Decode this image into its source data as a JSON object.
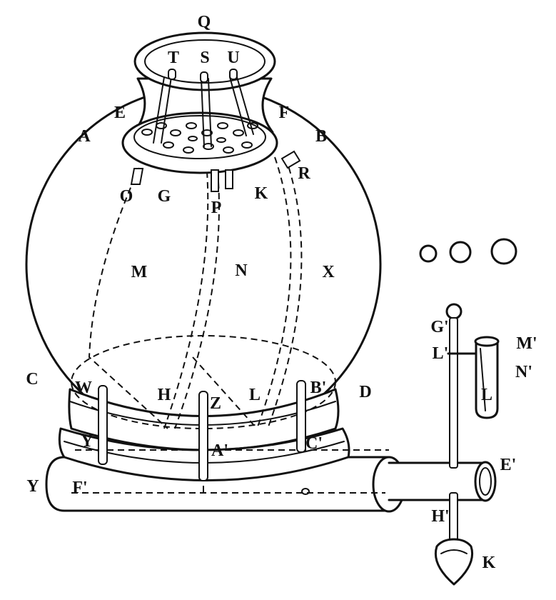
{
  "labels": {
    "Q": "Q",
    "T": "T",
    "S": "S",
    "U": "U",
    "E": "E",
    "F": "F",
    "A": "A",
    "B": "B",
    "R": "R",
    "O": "O",
    "G": "G",
    "P": "P",
    "K": "K",
    "M": "M",
    "N": "N",
    "X": "X",
    "C": "C",
    "D": "D",
    "W": "W",
    "H": "H",
    "Z": "Z",
    "L": "L",
    "B_prime": "B'",
    "Y_inner": "Y",
    "A_prime": "A'",
    "C_prime": "C'",
    "Y_outer": "Y",
    "F_prime": "F'",
    "G_prime": "G'",
    "L_prime": "L'",
    "M_prime": "M'",
    "N_prime": "N'",
    "L_tube": "L",
    "E_prime": "E'",
    "H_prime": "H'",
    "K_bulb": "K"
  }
}
